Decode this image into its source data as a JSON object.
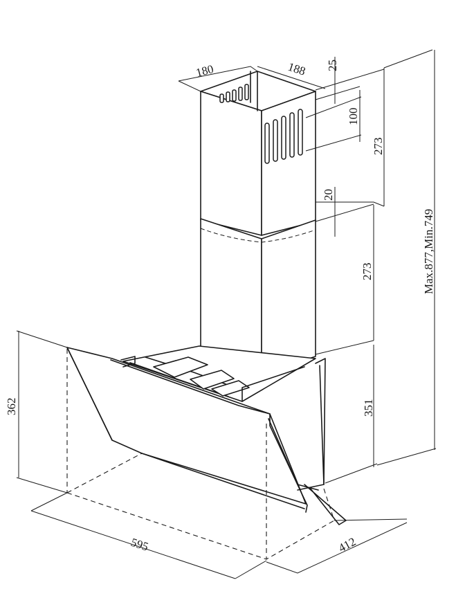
{
  "dimensions": {
    "chimney_width": "180",
    "chimney_depth": "188",
    "top_offset": "25",
    "vent_height": "100",
    "upper_chimney_height": "273",
    "overlap": "20",
    "lower_chimney_height": "273",
    "total_height": "Max.877,Min.749",
    "hood_height_front": "362",
    "hood_height_side": "351",
    "hood_width": "595",
    "hood_depth": "412"
  }
}
